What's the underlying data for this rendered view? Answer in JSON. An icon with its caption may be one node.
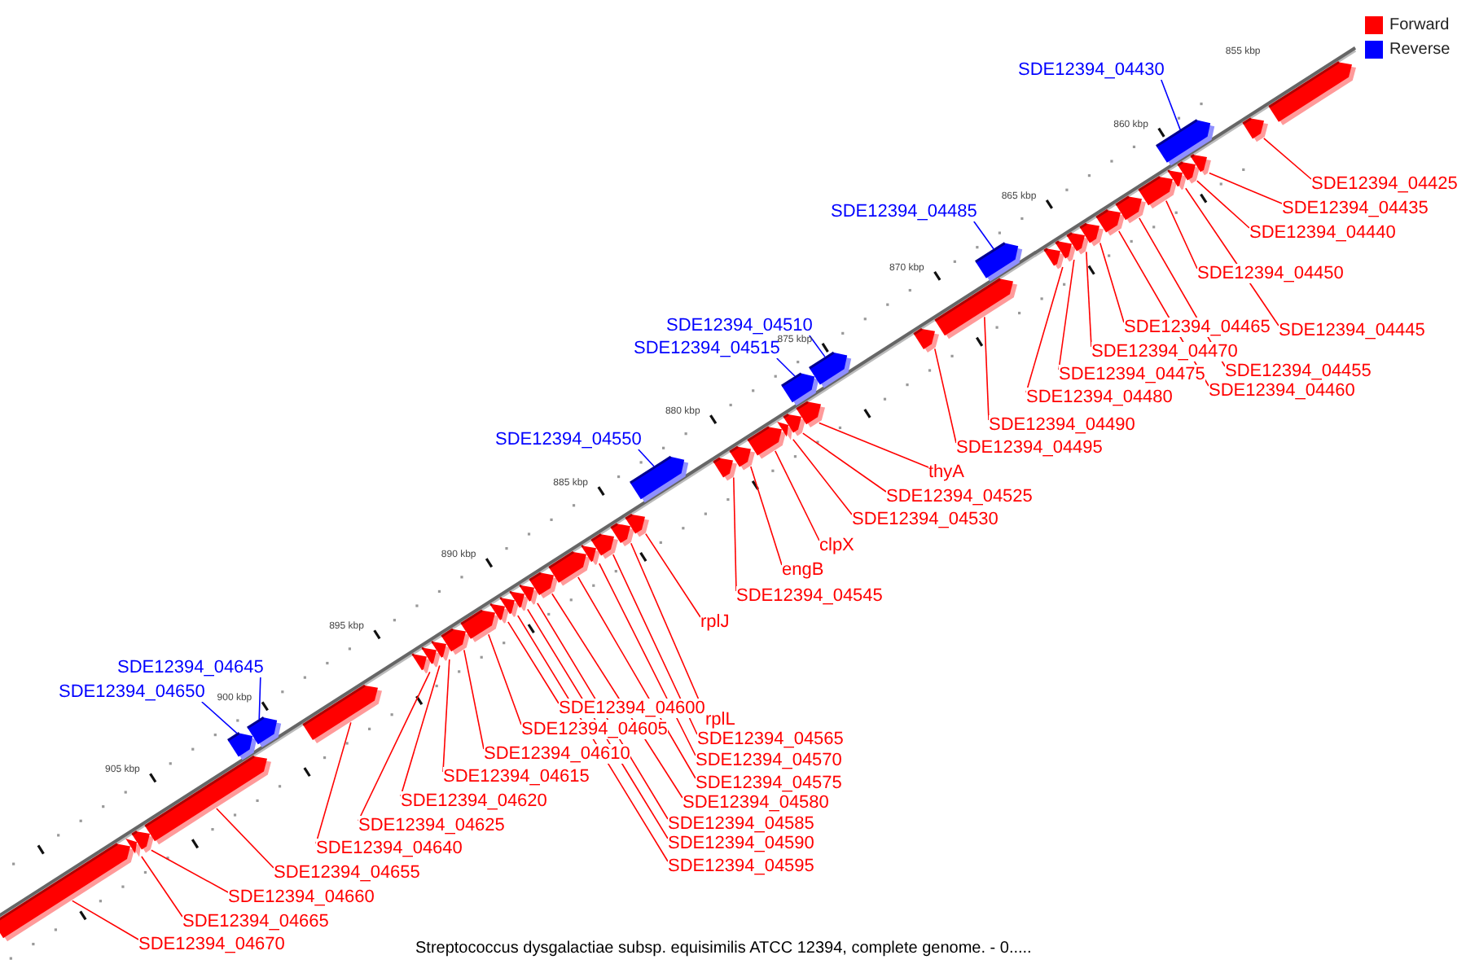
{
  "diagram": {
    "caption": "Streptococcus dysgalactiae subsp. equisimilis ATCC 12394, complete genome. - 0.....",
    "nodes": [
      {
        "text": [
          "SDE12394_04430"
        ]
      },
      {
        "text": [
          "SDE12394_04425"
        ]
      },
      {
        "text": [
          "SDE12394_04435"
        ]
      },
      {
        "text": [
          "SDE12394_04485"
        ]
      },
      {
        "text": [
          "SDE12394_04440"
        ]
      },
      {
        "text": [
          "SDE12394_04450"
        ]
      },
      {
        "text": [
          "SDE12394_04510"
        ]
      },
      {
        "text": [
          "SDE12394_04465"
        ]
      },
      {
        "text": [
          "SDE12394_04445"
        ]
      },
      {
        "text": [
          "SDE12394_04515"
        ]
      },
      {
        "text": [
          "SDE12394_04470"
        ]
      },
      {
        "text": [
          "SDE12394_04455"
        ]
      },
      {
        "text": [
          "SDE12394_04475"
        ]
      },
      {
        "text": [
          "SDE12394_04460"
        ]
      },
      {
        "text": [
          "SDE12394_04480"
        ]
      },
      {
        "text": [
          "SDE12394_04490"
        ]
      },
      {
        "text": [
          "SDE12394_04550"
        ]
      },
      {
        "text": [
          "SDE12394_04495"
        ]
      },
      {
        "text": [
          "thyA"
        ]
      },
      {
        "text": [
          "SDE12394_04525"
        ]
      },
      {
        "text": [
          "SDE12394_04530"
        ]
      },
      {
        "text": [
          "clpX"
        ]
      },
      {
        "text": [
          "engB"
        ]
      },
      {
        "text": [
          "SDE12394_04545"
        ]
      },
      {
        "text": [
          "rplJ"
        ]
      },
      {
        "text": [
          "SDE12394_04645"
        ]
      },
      {
        "text": [
          "SDE12394_04650"
        ]
      },
      {
        "text": [
          "SDE12394_04600"
        ]
      },
      {
        "text": [
          "rplL"
        ]
      },
      {
        "text": [
          "SDE12394_04605"
        ]
      },
      {
        "text": [
          "SDE12394_04565"
        ]
      },
      {
        "text": [
          "SDE12394_04570"
        ]
      },
      {
        "text": [
          "SDE12394_04610"
        ]
      },
      {
        "text": [
          "SDE12394_04575"
        ]
      },
      {
        "text": [
          "SDE12394_04615"
        ]
      },
      {
        "text": [
          "SDE12394_04580"
        ]
      },
      {
        "text": [
          "SDE12394_04620"
        ]
      },
      {
        "text": [
          "SDE12394_04585"
        ]
      },
      {
        "text": [
          "SDE12394_04625"
        ]
      },
      {
        "text": [
          "SDE12394_04590"
        ]
      },
      {
        "text": [
          "SDE12394_04640"
        ]
      },
      {
        "text": [
          "SDE12394_04595"
        ]
      },
      {
        "text": [
          "SDE12394_04655"
        ]
      },
      {
        "text": [
          "SDE12394_04660"
        ]
      },
      {
        "text": [
          "SDE12394_04665"
        ]
      },
      {
        "text": [
          "SDE12394_04670"
        ]
      },
      {
        "text": [],
        "shape": "arrow"
      },
      {
        "text": [],
        "shape": "arrow"
      },
      {
        "text": [],
        "shape": "arrow"
      },
      {
        "text": [],
        "shape": "arrow"
      },
      {
        "text": [],
        "shape": "arrow"
      },
      {
        "text": [],
        "shape": "arrow"
      },
      {
        "text": [],
        "shape": "arrow"
      },
      {
        "text": [],
        "shape": "arrow"
      },
      {
        "text": [],
        "shape": "arrow"
      },
      {
        "text": [],
        "shape": "arrow"
      },
      {
        "text": [],
        "shape": "arrow"
      },
      {
        "text": [],
        "shape": "arrow"
      },
      {
        "text": [],
        "shape": "arrow"
      },
      {
        "text": [],
        "shape": "arrow"
      },
      {
        "text": [],
        "shape": "arrow"
      },
      {
        "text": [],
        "shape": "arrow"
      },
      {
        "text": [],
        "shape": "arrow"
      },
      {
        "text": [],
        "shape": "arrow"
      },
      {
        "text": [],
        "shape": "arrow"
      },
      {
        "text": [],
        "shape": "arrow"
      },
      {
        "text": [],
        "shape": "arrow"
      },
      {
        "text": [],
        "shape": "arrow"
      },
      {
        "text": [],
        "shape": "arrow"
      },
      {
        "text": [],
        "shape": "arrow"
      },
      {
        "text": [],
        "shape": "arrow"
      },
      {
        "text": [],
        "shape": "arrow"
      },
      {
        "text": [],
        "shape": "arrow"
      },
      {
        "text": [],
        "shape": "arrow"
      },
      {
        "text": [],
        "shape": "arrow"
      },
      {
        "text": [],
        "shape": "arrow"
      },
      {
        "text": [],
        "shape": "arrow"
      },
      {
        "text": [],
        "shape": "arrow"
      },
      {
        "text": [],
        "shape": "arrow"
      },
      {
        "text": [],
        "shape": "arrow"
      },
      {
        "text": [],
        "shape": "arrow"
      },
      {
        "text": [],
        "shape": "arrow"
      },
      {
        "text": [],
        "shape": "arrow"
      },
      {
        "text": [],
        "shape": "arrow"
      },
      {
        "text": [],
        "shape": "arrow"
      },
      {
        "text": [],
        "shape": "arrow"
      },
      {
        "text": [],
        "shape": "arrow"
      },
      {
        "text": [],
        "shape": "arrow"
      },
      {
        "text": [],
        "shape": "arrow"
      },
      {
        "text": [],
        "shape": "arrow"
      },
      {
        "text": [],
        "shape": "arrow"
      },
      {
        "text": [],
        "shape": "arrow"
      },
      {
        "text": [],
        "shape": "arrow"
      }
    ],
    "edges": [
      {
        "from": 0,
        "to": 88,
        "arrow": "none",
        "color": "#0000ff"
      },
      {
        "from": 1,
        "to": 91,
        "arrow": "none"
      },
      {
        "from": 2,
        "to": 90,
        "arrow": "none"
      },
      {
        "from": 3,
        "to": 79,
        "arrow": "none",
        "color": "#0000ff"
      },
      {
        "from": 4,
        "to": 89,
        "arrow": "none"
      },
      {
        "from": 5,
        "to": 86,
        "arrow": "none"
      },
      {
        "from": 6,
        "to": 76,
        "arrow": "none",
        "color": "#0000ff"
      },
      {
        "from": 7,
        "to": 83,
        "arrow": "none"
      },
      {
        "from": 8,
        "to": 87,
        "arrow": "none"
      },
      {
        "from": 9,
        "to": 74,
        "arrow": "none",
        "color": "#0000ff"
      },
      {
        "from": 10,
        "to": 82,
        "arrow": "none"
      },
      {
        "from": 11,
        "to": 85,
        "arrow": "none"
      },
      {
        "from": 12,
        "to": 81,
        "arrow": "none"
      },
      {
        "from": 13,
        "to": 84,
        "arrow": "none"
      },
      {
        "from": 14,
        "to": 80,
        "arrow": "none"
      },
      {
        "from": 15,
        "to": 78,
        "arrow": "none"
      },
      {
        "from": 16,
        "to": 68,
        "arrow": "none",
        "color": "#0000ff"
      },
      {
        "from": 17,
        "to": 77,
        "arrow": "none"
      },
      {
        "from": 18,
        "to": 75,
        "arrow": "none"
      },
      {
        "from": 19,
        "to": 73,
        "arrow": "none"
      },
      {
        "from": 20,
        "to": 72,
        "arrow": "none"
      },
      {
        "from": 21,
        "to": 71,
        "arrow": "none"
      },
      {
        "from": 22,
        "to": 70,
        "arrow": "none"
      },
      {
        "from": 23,
        "to": 69,
        "arrow": "none"
      },
      {
        "from": 24,
        "to": 67,
        "arrow": "none"
      },
      {
        "from": 25,
        "to": 51,
        "arrow": "none",
        "color": "#0000ff"
      },
      {
        "from": 26,
        "to": 50,
        "arrow": "none",
        "color": "#0000ff"
      },
      {
        "from": 27,
        "to": 58,
        "arrow": "none"
      },
      {
        "from": 28,
        "to": 66,
        "arrow": "none"
      },
      {
        "from": 29,
        "to": 57,
        "arrow": "none"
      },
      {
        "from": 30,
        "to": 65,
        "arrow": "none"
      },
      {
        "from": 31,
        "to": 64,
        "arrow": "none"
      },
      {
        "from": 32,
        "to": 56,
        "arrow": "none"
      },
      {
        "from": 33,
        "to": 63,
        "arrow": "none"
      },
      {
        "from": 34,
        "to": 55,
        "arrow": "none"
      },
      {
        "from": 35,
        "to": 62,
        "arrow": "none"
      },
      {
        "from": 36,
        "to": 54,
        "arrow": "none"
      },
      {
        "from": 37,
        "to": 61,
        "arrow": "none"
      },
      {
        "from": 38,
        "to": 53,
        "arrow": "none"
      },
      {
        "from": 39,
        "to": 60,
        "arrow": "none"
      },
      {
        "from": 40,
        "to": 52,
        "arrow": "none"
      },
      {
        "from": 41,
        "to": 59,
        "arrow": "none"
      },
      {
        "from": 42,
        "to": 49,
        "arrow": "none"
      },
      {
        "from": 43,
        "to": 48,
        "arrow": "none"
      },
      {
        "from": 44,
        "to": 47,
        "arrow": "none"
      },
      {
        "from": 45,
        "to": 46,
        "arrow": "none"
      }
    ],
    "labels": [
      "855 kbp",
      "860 kbp",
      "865 kbp",
      "870 kbp",
      "875 kbp",
      "880 kbp",
      "885 kbp",
      "890 kbp",
      "895 kbp",
      "900 kbp",
      "905 kbp"
    ],
    "legend": [
      {
        "text": "Forward",
        "color": "#ff0000"
      },
      {
        "text": "Reverse",
        "color": "#0000ff"
      }
    ]
  }
}
